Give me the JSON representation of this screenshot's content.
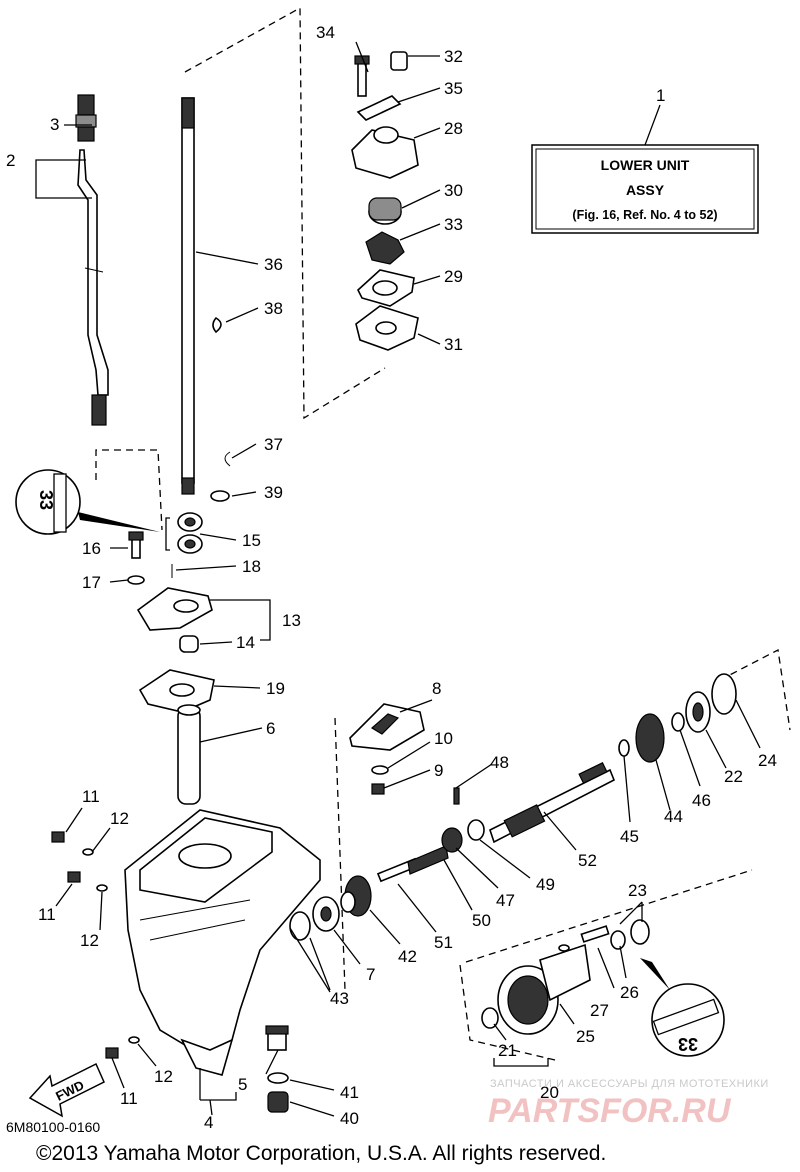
{
  "diagram": {
    "assy_box": {
      "title_line1": "LOWER UNIT",
      "title_line2": "ASSY",
      "note": "(Fig. 16, Ref. No. 4 to 52)"
    },
    "labels": {
      "p1": "1",
      "p2": "2",
      "p3": "3",
      "p4": "4",
      "p5": "5",
      "p6": "6",
      "p7": "7",
      "p8": "8",
      "p9": "9",
      "p10": "10",
      "p11a": "11",
      "p11b": "11",
      "p11c": "11",
      "p12a": "12",
      "p12b": "12",
      "p12c": "12",
      "p13": "13",
      "p14": "14",
      "p15": "15",
      "p16": "16",
      "p17": "17",
      "p18": "18",
      "p19": "19",
      "p20": "20",
      "p21": "21",
      "p22": "22",
      "p23": "23",
      "p24": "24",
      "p25": "25",
      "p26": "26",
      "p27": "27",
      "p28": "28",
      "p29": "29",
      "p30": "30",
      "p31": "31",
      "p32": "32",
      "p33": "33",
      "p34": "34",
      "p35": "35",
      "p36": "36",
      "p37": "37",
      "p38": "38",
      "p39": "39",
      "p40": "40",
      "p41": "41",
      "p42": "42",
      "p43": "43",
      "p44": "44",
      "p45": "45",
      "p46": "46",
      "p47": "47",
      "p48": "48",
      "p49": "49",
      "p50": "50",
      "p51": "51",
      "p52": "52"
    },
    "callouts": {
      "grease_top": "33",
      "grease_bottom": "33"
    },
    "fwd_arrow": "FWD",
    "diagram_code": "6M80100-0160",
    "copyright": "©2013 Yamaha Motor Corporation, U.S.A. All rights reserved.",
    "watermark": {
      "tagline": "ЗАПЧАСТИ И АКСЕССУАРЫ ДЛЯ МОТОТЕХНИКИ",
      "brand": "PARTSFOR.RU"
    }
  }
}
